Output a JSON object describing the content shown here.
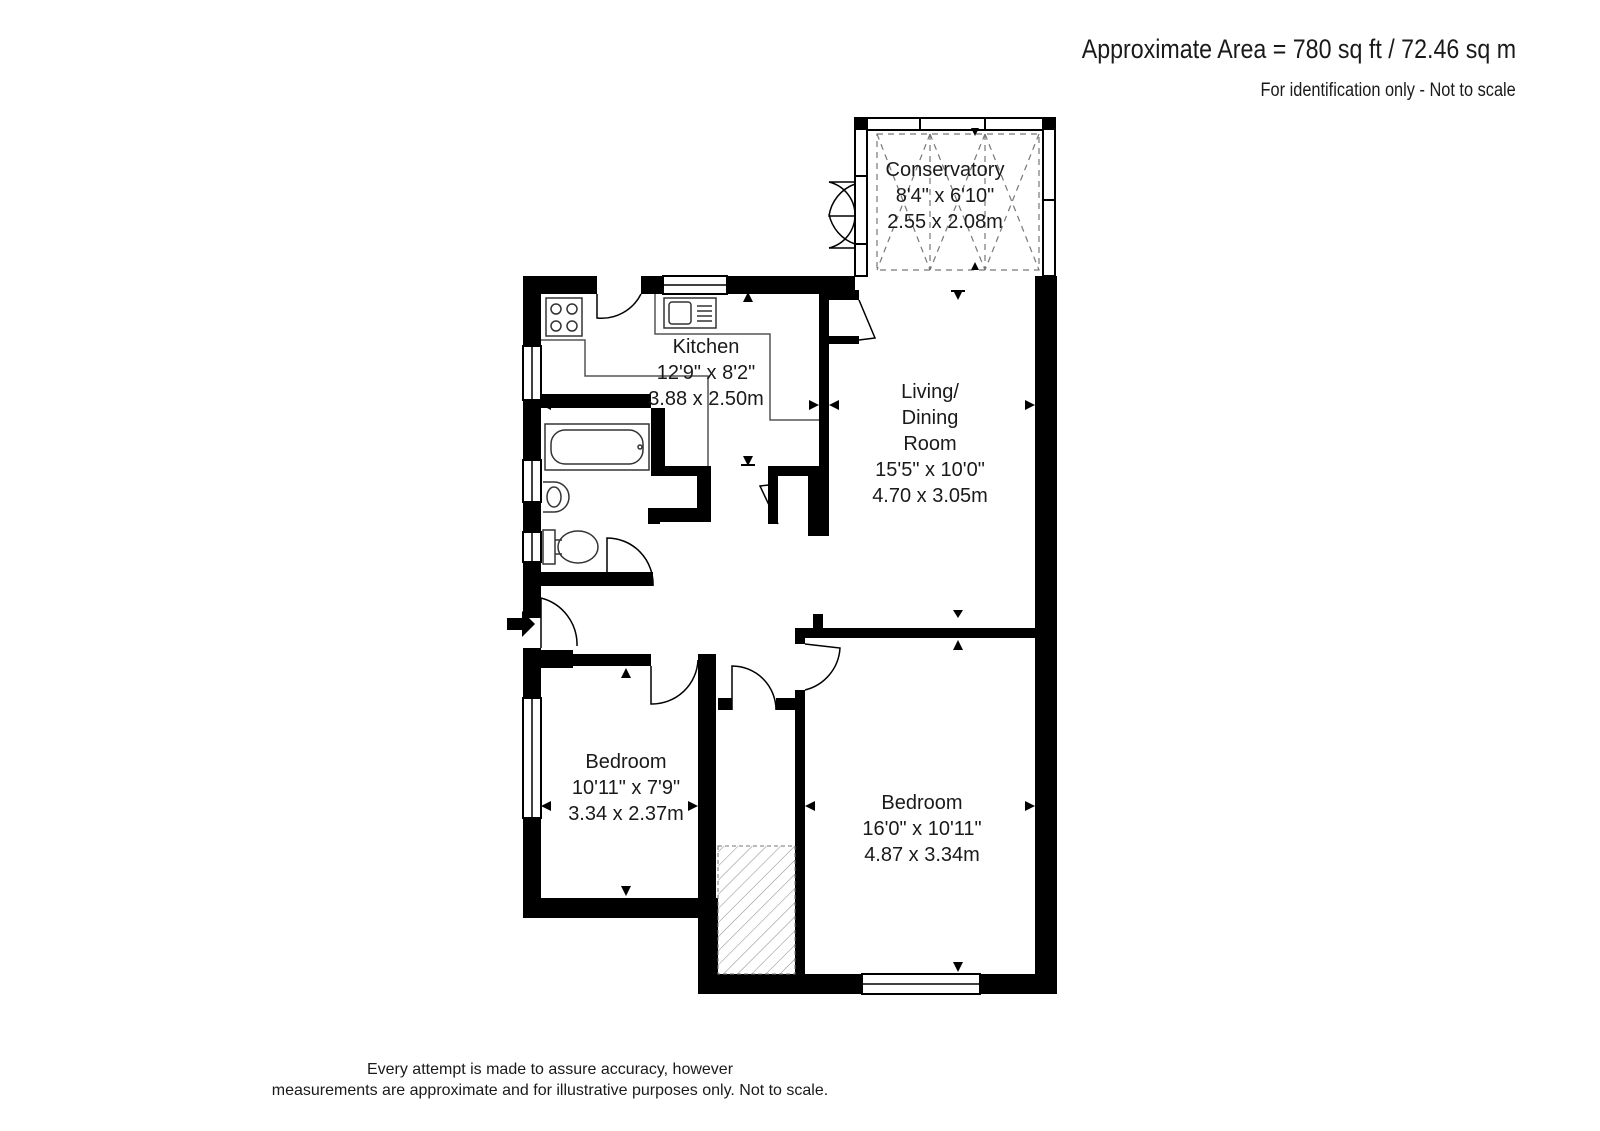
{
  "header": {
    "area": "Approximate Area = 780 sq ft / 72.46 sq m",
    "note": "For identification only - Not to scale"
  },
  "rooms": {
    "conservatory": {
      "name": "Conservatory",
      "imperial": "8'4\" x 6'10\"",
      "metric": "2.55 x 2.08m"
    },
    "kitchen": {
      "name": "Kitchen",
      "imperial": "12'9\" x 8'2\"",
      "metric": "3.88 x 2.50m"
    },
    "living": {
      "name_line1": "Living/",
      "name_line2": "Dining",
      "name_line3": "Room",
      "imperial": "15'5\" x 10'0\"",
      "metric": "4.70 x 3.05m"
    },
    "bedroom1": {
      "name": "Bedroom",
      "imperial": "10'11\" x 7'9\"",
      "metric": "3.34 x 2.37m"
    },
    "bedroom2": {
      "name": "Bedroom",
      "imperial": "16'0\" x 10'11\"",
      "metric": "4.87 x 3.34m"
    }
  },
  "footer": {
    "line1": "Every attempt is made to assure accuracy, however",
    "line2": "measurements are approximate and for illustrative purposes only. Not to scale."
  },
  "colors": {
    "wall": "#000000",
    "fixture": "#555555",
    "background": "#ffffff"
  },
  "icons": {
    "entrance": "arrow-right-icon",
    "hob": "hob-icon",
    "sink": "sink-icon",
    "bath": "bath-icon",
    "basin": "basin-icon",
    "toilet": "toilet-icon"
  }
}
